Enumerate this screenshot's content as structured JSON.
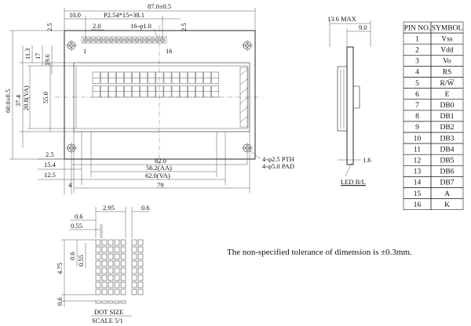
{
  "front": {
    "overall_width": "87.0±0.5",
    "left_offset": "10.0",
    "pitch": "P2.54*15=38.1",
    "pin_offset": "2.0",
    "pin_dia": "16-φ1.0",
    "top_margin": "2.5",
    "right_margin": "2.5",
    "pin1": "1",
    "pin16": "16",
    "height_total": "60.0±0.5",
    "h_37_4": "37.4",
    "h_11_3": "11.3",
    "h_17": "17",
    "h_19_6": "19.6",
    "h_20_8": "20.8(VA)",
    "h_55": "55.0",
    "w_82": "82.0",
    "w_56_2": "56.2(AA)",
    "w_62": "62.0(VA)",
    "w_79": "79",
    "left_2_5": "2.5",
    "left_15_4": "15.4",
    "left_12_5": "12.5",
    "left_4": "4",
    "hole_pth": "4-φ2.5 PTH",
    "hole_pad": "4-φ5.0 PAD"
  },
  "side": {
    "max_thk": "13.6 MAX",
    "thk_9": "9.0",
    "thk_1_6": "1.6",
    "label": "LED B/L"
  },
  "pin_table": {
    "headers": [
      "PIN NO.",
      "SYMBOL"
    ],
    "rows": [
      [
        "1",
        "Vss"
      ],
      [
        "2",
        "Vdd"
      ],
      [
        "3",
        "Vo"
      ],
      [
        "4",
        "RS"
      ],
      [
        "5",
        "R/W"
      ],
      [
        "6",
        "E"
      ],
      [
        "7",
        "DB0"
      ],
      [
        "8",
        "DB1"
      ],
      [
        "9",
        "DB2"
      ],
      [
        "10",
        "DB3"
      ],
      [
        "11",
        "DB4"
      ],
      [
        "12",
        "DB5"
      ],
      [
        "13",
        "DB6"
      ],
      [
        "14",
        "DB7"
      ],
      [
        "15",
        "A"
      ],
      [
        "16",
        "K"
      ]
    ]
  },
  "dot_detail": {
    "w_2_95": "2.95",
    "w_0_6a": "0.6",
    "w_0_6b": "0.6",
    "w_0_55": "0.55",
    "h_4_75": "4.75",
    "h_0_6": "0.6",
    "h_0_55": "0.55",
    "h_0_6b": "0.6",
    "caption": "DOT SIZE",
    "scale": "SCALE 5/1"
  },
  "note": "The non-specified tolerance of dimension is ±0.3mm."
}
